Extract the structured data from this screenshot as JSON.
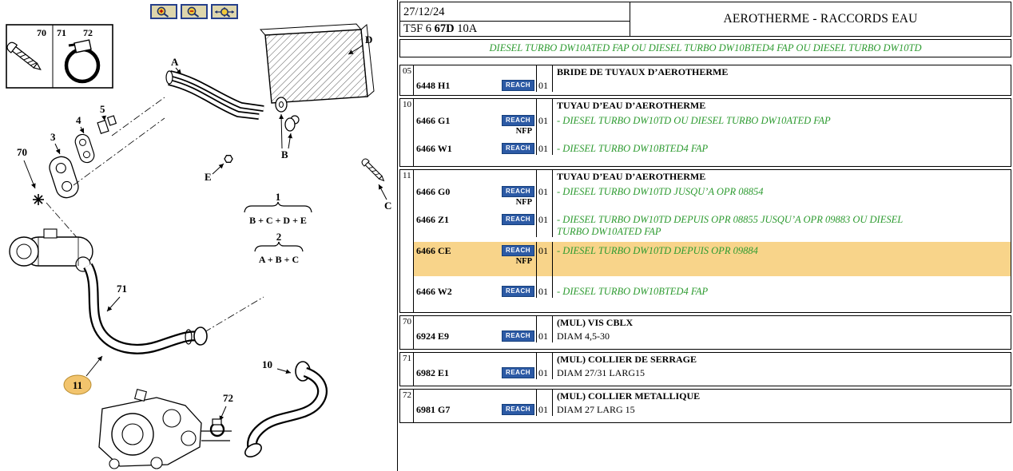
{
  "header": {
    "date": "27/12/24",
    "title": "AEROTHERME - RACCORDS EAU",
    "ref": {
      "p1": "T5F 6 ",
      "p2": "67D",
      "p3": " 10A"
    },
    "subtitle": "DIESEL TURBO DW10ATED FAP OU DIESEL TURBO DW10BTED4 FAP OU DIESEL TURBO DW10TD"
  },
  "icons": {
    "zoom_in": "magnifier-plus",
    "zoom_out": "magnifier-minus",
    "zoom_reset": "magnifier-pan"
  },
  "colors": {
    "highlight": "#f8d48a",
    "badge_orange": "#f2c46d",
    "reach_blue": "#2c5aa5",
    "green_text": "#2e9b31"
  },
  "table": {
    "groups": [
      {
        "index": "05",
        "title": "BRIDE DE TUYAUX D’AEROTHERME",
        "rows": [
          {
            "part": "6448 H1",
            "reach": "REACH",
            "qty": "01"
          }
        ]
      },
      {
        "index": "10",
        "title": "TUYAU D’EAU D’AEROTHERME",
        "rows": [
          {
            "part": "6466 G1",
            "reach": "REACH",
            "nfp": "NFP",
            "qty": "01",
            "desc": "- DIESEL TURBO DW10TD OU DIESEL TURBO DW10ATED FAP"
          },
          {
            "part": "6466 W1",
            "reach": "REACH",
            "qty": "01",
            "desc": "- DIESEL TURBO DW10BTED4 FAP"
          }
        ]
      },
      {
        "index": "11",
        "title": "TUYAU D’EAU D’AEROTHERME",
        "rows": [
          {
            "part": "6466 G0",
            "reach": "REACH",
            "nfp": "NFP",
            "qty": "01",
            "desc": "- DIESEL TURBO DW10TD JUSQU’A OPR 08854"
          },
          {
            "part": "6466 Z1",
            "reach": "REACH",
            "qty": "01",
            "desc": "- DIESEL TURBO DW10TD DEPUIS OPR 08855 JUSQU’A OPR 09883 OU DIESEL TURBO DW10ATED FAP"
          },
          {
            "part": "6466 CE",
            "reach": "REACH",
            "nfp": "NFP",
            "qty": "01",
            "desc": "- DIESEL TURBO DW10TD DEPUIS OPR 09884",
            "highlighted": true
          },
          {
            "part": "6466 W2",
            "reach": "REACH",
            "qty": "01",
            "desc": "- DIESEL TURBO DW10BTED4 FAP"
          }
        ]
      },
      {
        "index": "70",
        "title": "(MUL) VIS CBLX",
        "subtitle": "DIAM 4,5-30",
        "rows": [
          {
            "part": "6924 E9",
            "reach": "REACH",
            "qty": "01"
          }
        ]
      },
      {
        "index": "71",
        "title": "(MUL) COLLIER DE SERRAGE",
        "subtitle": "DIAM 27/31 LARG15",
        "rows": [
          {
            "part": "6982 E1",
            "reach": "REACH",
            "qty": "01"
          }
        ]
      },
      {
        "index": "72",
        "title": "(MUL) COLLIER METALLIQUE",
        "subtitle": "DIAM 27 LARG 15",
        "rows": [
          {
            "part": "6981 G7",
            "reach": "REACH",
            "qty": "01"
          }
        ]
      }
    ]
  },
  "diagram": {
    "legend": {
      "n70": "70",
      "n71": "71",
      "n72": "72"
    },
    "labels": {
      "A": "A",
      "B": "B",
      "C": "C",
      "D": "D",
      "E": "E",
      "n1": "1",
      "n2": "2",
      "n3": "3",
      "n4": "4",
      "n5": "5",
      "n10": "10",
      "n11": "11",
      "n70": "70",
      "n71": "71",
      "n72": "72",
      "formula1": "B + C + D + E",
      "formula2": "A + B + C"
    }
  }
}
